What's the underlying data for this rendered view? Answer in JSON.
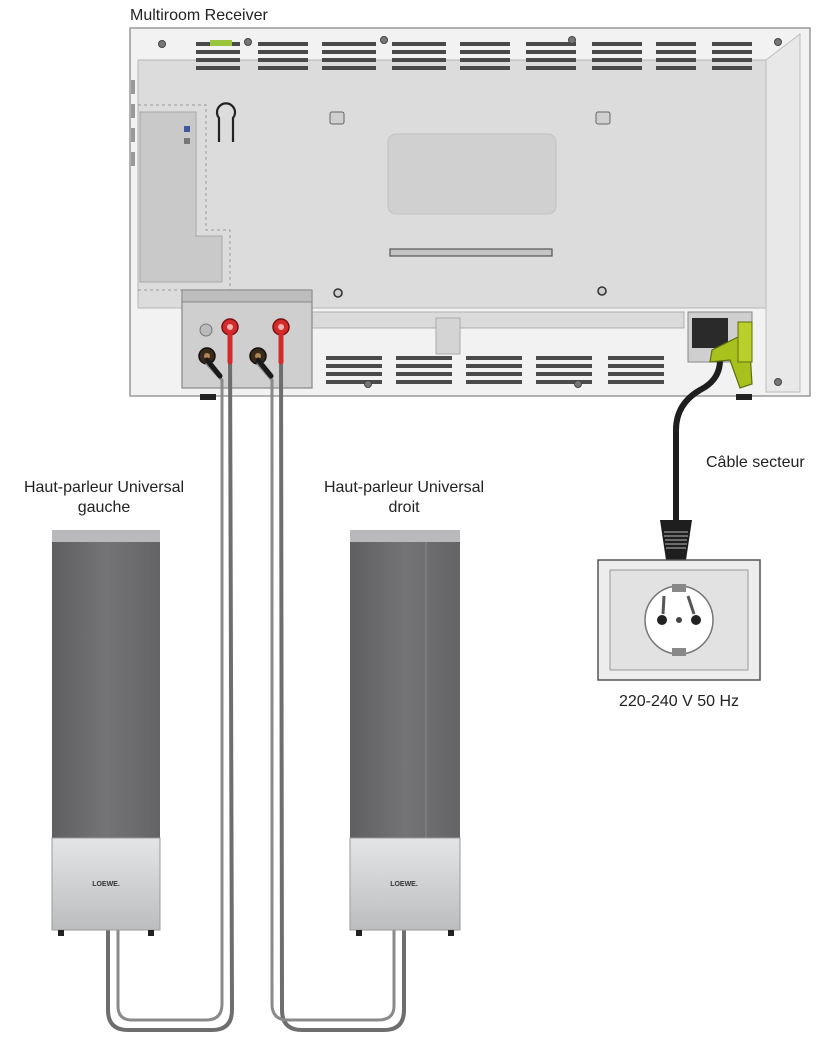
{
  "labels": {
    "receiver": "Multiroom Receiver",
    "left_speaker_line1": "Haut-parleur Universal",
    "left_speaker_line2": "gauche",
    "right_speaker_line1": "Haut-parleur Universal",
    "right_speaker_line2": "droit",
    "power_cable": "Câble secteur",
    "voltage": "220-240 V 50 Hz",
    "brand": "LOEWE."
  },
  "colors": {
    "device_body": "#dcdcdc",
    "device_frame": "#f2f2f2",
    "speaker_body": "#6d6d6f",
    "speaker_base": "#cfd0d2",
    "cable": "#6e6e6e",
    "terminal_red": "#d42a2a",
    "plug_green": "#a9c11d",
    "power_cord": "#1e1e1e"
  }
}
